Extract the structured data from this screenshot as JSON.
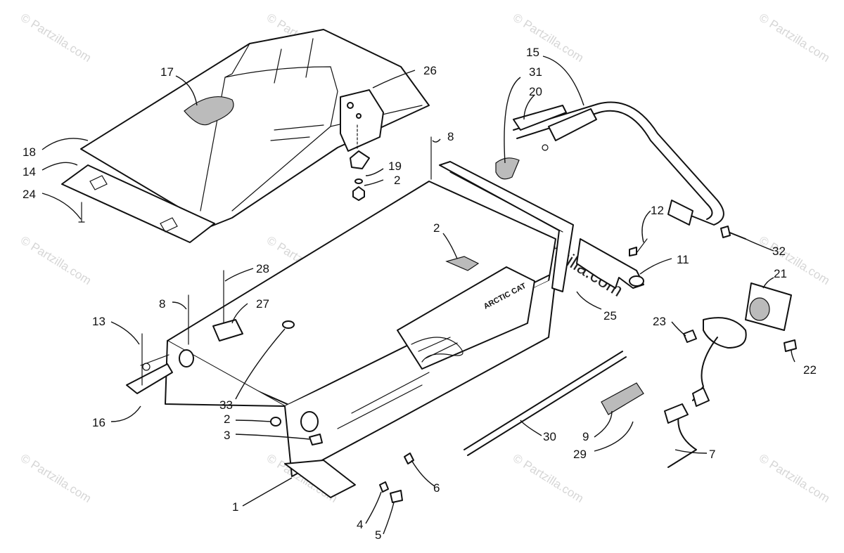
{
  "watermark": {
    "text": "© Partzilla.com"
  },
  "decal_text": "ARCTIC CAT",
  "callouts": [
    {
      "id": "c1",
      "label": "1"
    },
    {
      "id": "c2a",
      "label": "2"
    },
    {
      "id": "c2b",
      "label": "2"
    },
    {
      "id": "c2c",
      "label": "2"
    },
    {
      "id": "c3",
      "label": "3"
    },
    {
      "id": "c4",
      "label": "4"
    },
    {
      "id": "c5",
      "label": "5"
    },
    {
      "id": "c6",
      "label": "6"
    },
    {
      "id": "c7",
      "label": "7"
    },
    {
      "id": "c8a",
      "label": "8"
    },
    {
      "id": "c8b",
      "label": "8"
    },
    {
      "id": "c9",
      "label": "9"
    },
    {
      "id": "c11",
      "label": "11"
    },
    {
      "id": "c12",
      "label": "12"
    },
    {
      "id": "c13",
      "label": "13"
    },
    {
      "id": "c14",
      "label": "14"
    },
    {
      "id": "c15",
      "label": "15"
    },
    {
      "id": "c16",
      "label": "16"
    },
    {
      "id": "c17",
      "label": "17"
    },
    {
      "id": "c18",
      "label": "18"
    },
    {
      "id": "c19",
      "label": "19"
    },
    {
      "id": "c20",
      "label": "20"
    },
    {
      "id": "c21",
      "label": "21"
    },
    {
      "id": "c22",
      "label": "22"
    },
    {
      "id": "c23",
      "label": "23"
    },
    {
      "id": "c24",
      "label": "24"
    },
    {
      "id": "c25",
      "label": "25"
    },
    {
      "id": "c26",
      "label": "26"
    },
    {
      "id": "c27",
      "label": "27"
    },
    {
      "id": "c28",
      "label": "28"
    },
    {
      "id": "c29",
      "label": "29"
    },
    {
      "id": "c30",
      "label": "30"
    },
    {
      "id": "c31",
      "label": "31"
    },
    {
      "id": "c32",
      "label": "32"
    },
    {
      "id": "c33",
      "label": "33"
    }
  ]
}
